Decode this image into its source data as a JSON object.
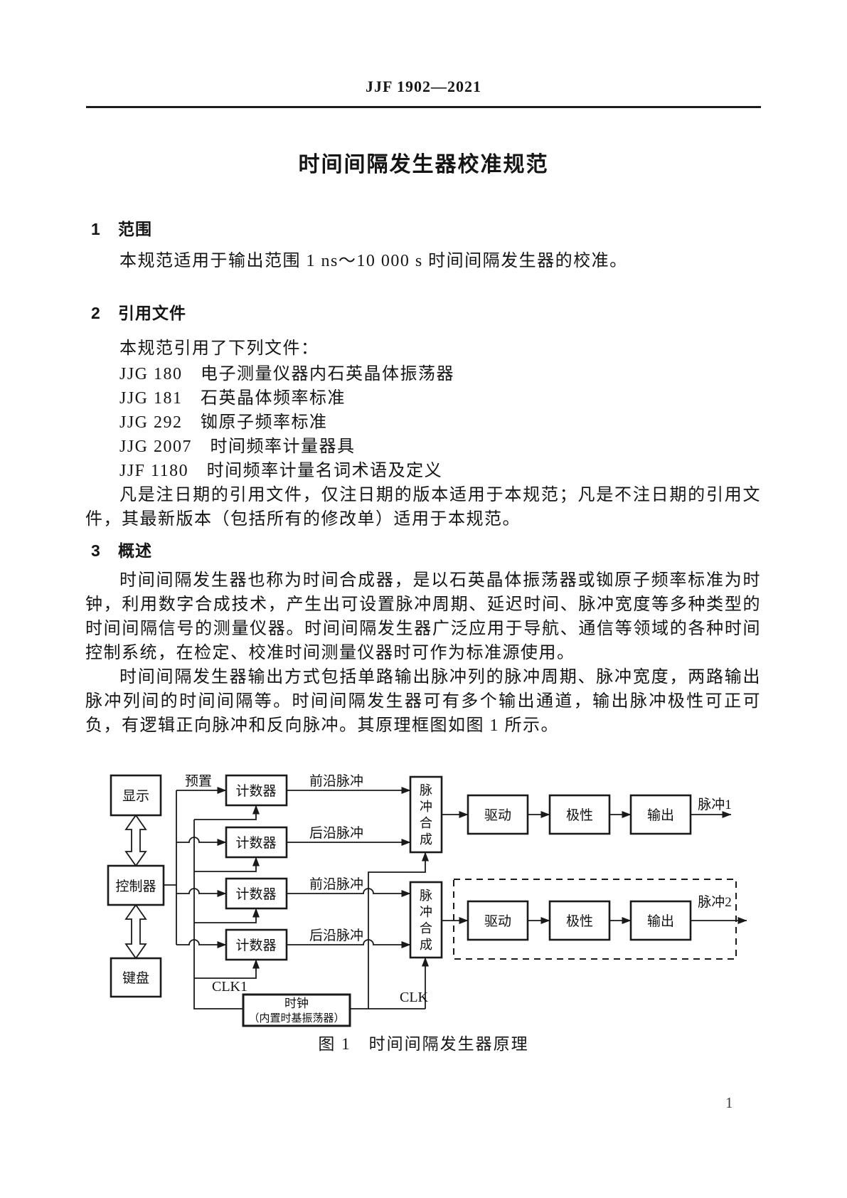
{
  "page": {
    "header": "JJF 1902—2021",
    "page_number": "1"
  },
  "title": "时间间隔发生器校准规范",
  "sections": [
    {
      "number": "1",
      "heading": "范围",
      "paragraphs": [
        "本规范适用于输出范围 1 ns～10 000 s 时间间隔发生器的校准。"
      ]
    },
    {
      "number": "2",
      "heading": "引用文件",
      "paragraphs": [
        "本规范引用了下列文件："
      ],
      "references": [
        "JJG 180　电子测量仪器内石英晶体振荡器",
        "JJG 181　石英晶体频率标准",
        "JJG 292　铷原子频率标准",
        "JJG 2007　时间频率计量器具",
        "JJF 1180　时间频率计量名词术语及定义"
      ],
      "note": "凡是注日期的引用文件，仅注日期的版本适用于本规范；凡是不注日期的引用文件，其最新版本（包括所有的修改单）适用于本规范。"
    },
    {
      "number": "3",
      "heading": "概述",
      "paragraphs": [
        "时间间隔发生器也称为时间合成器，是以石英晶体振荡器或铷原子频率标准为时钟，利用数字合成技术，产生出可设置脉冲周期、延迟时间、脉冲宽度等多种类型的时间间隔信号的测量仪器。时间间隔发生器广泛应用于导航、通信等领域的各种时间控制系统，在检定、校准时间测量仪器时可作为标准源使用。",
        "时间间隔发生器输出方式包括单路输出脉冲列的脉冲周期、脉冲宽度，两路输出脉冲列间的时间间隔等。时间间隔发生器可有多个输出通道，输出脉冲极性可正可负，有逻辑正向脉冲和反向脉冲。其原理框图如图 1 所示。"
      ]
    }
  ],
  "figure": {
    "caption": "图 1　时间间隔发生器原理",
    "boxes": {
      "display": "显示",
      "controller": "控制器",
      "keyboard": "键盘",
      "counter": "计数器",
      "drive": "驱动",
      "polarity": "极性",
      "output": "输出",
      "clock_title": "时钟",
      "clock_subtitle": "（内置时基振荡器）"
    },
    "pulse_synth_chars": [
      "脉",
      "冲",
      "合",
      "成"
    ],
    "wire_labels": {
      "preset": "预置",
      "leading": "前沿脉冲",
      "trailing": "后沿脉冲",
      "pulse1": "脉冲1",
      "pulse2": "脉冲2",
      "clk1": "CLK1",
      "clk": "CLK"
    }
  }
}
